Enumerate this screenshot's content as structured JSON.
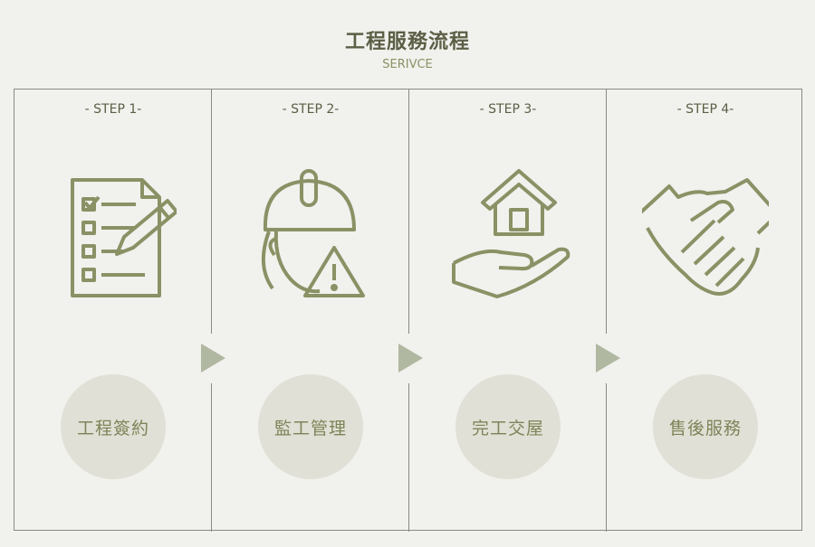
{
  "header": {
    "title": "工程服務流程",
    "subtitle": "SERIVCE"
  },
  "steps": [
    {
      "step": "- STEP 1-",
      "label": "工程簽約",
      "icon": "contract-checklist-pen-icon"
    },
    {
      "step": "- STEP 2-",
      "label": "監工管理",
      "icon": "worker-helmet-warning-icon"
    },
    {
      "step": "- STEP 3-",
      "label": "完工交屋",
      "icon": "house-in-hand-icon"
    },
    {
      "step": "- STEP 4-",
      "label": "售後服務",
      "icon": "handshake-icon"
    }
  ],
  "colors": {
    "accent": "#8a9165",
    "circle": "#e1e0d6",
    "arrow": "#b1b8a1",
    "background": "#f1f1ed"
  }
}
